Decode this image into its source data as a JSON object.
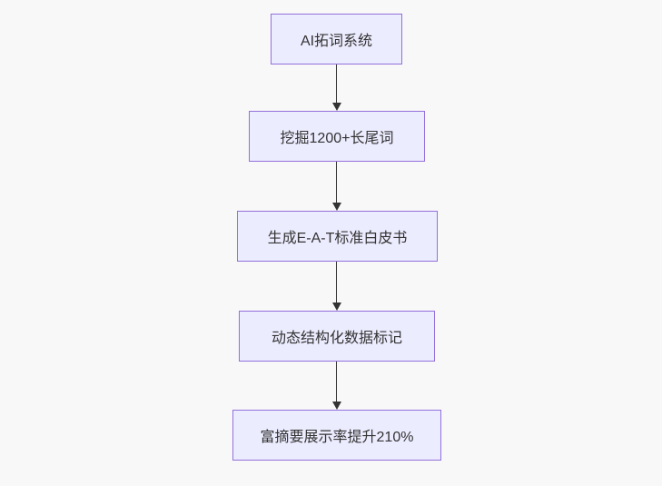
{
  "diagram": {
    "type": "flowchart",
    "direction": "top-down",
    "nodes": [
      {
        "id": "A",
        "label": "AI拓词系统"
      },
      {
        "id": "B",
        "label": "挖掘1200+长尾词"
      },
      {
        "id": "C",
        "label": "生成E-A-T标准白皮书"
      },
      {
        "id": "D",
        "label": "动态结构化数据标记"
      },
      {
        "id": "E",
        "label": "富摘要展示率提升210%"
      }
    ],
    "edges": [
      {
        "from": "A",
        "to": "B",
        "style": "arrow-down"
      },
      {
        "from": "B",
        "to": "C",
        "style": "arrow-down"
      },
      {
        "from": "C",
        "to": "D",
        "style": "arrow-down"
      },
      {
        "from": "D",
        "to": "E",
        "style": "arrow-down"
      }
    ],
    "colors": {
      "background": "#f8f8f8",
      "node_fill": "#ECECFF",
      "node_border": "#9370DB",
      "edge": "#333333",
      "text": "#333333"
    }
  }
}
